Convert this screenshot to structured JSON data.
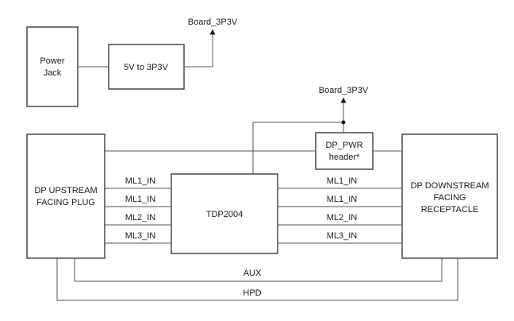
{
  "blocks": {
    "power_jack": [
      "Power",
      "Jack"
    ],
    "converter": "5V to 3P3V",
    "dp_upstream": [
      "DP UPSTREAM",
      "FACING PLUG"
    ],
    "tdp": "TDP2004",
    "dp_pwr": [
      "DP_PWR",
      "header*"
    ],
    "dp_downstream": [
      "DP DOWNSTREAM",
      "FACING",
      "RECEPTACLE"
    ]
  },
  "rails": {
    "top": "Board_3P3V",
    "mid": "Board_3P3V"
  },
  "lanes_in": [
    "ML1_IN",
    "ML1_IN",
    "ML2_IN",
    "ML3_IN"
  ],
  "lanes_out": [
    "ML1_IN",
    "ML1_IN",
    "ML2_IN",
    "ML3_IN"
  ],
  "signals": {
    "aux": "AUX",
    "hpd": "HPD"
  }
}
